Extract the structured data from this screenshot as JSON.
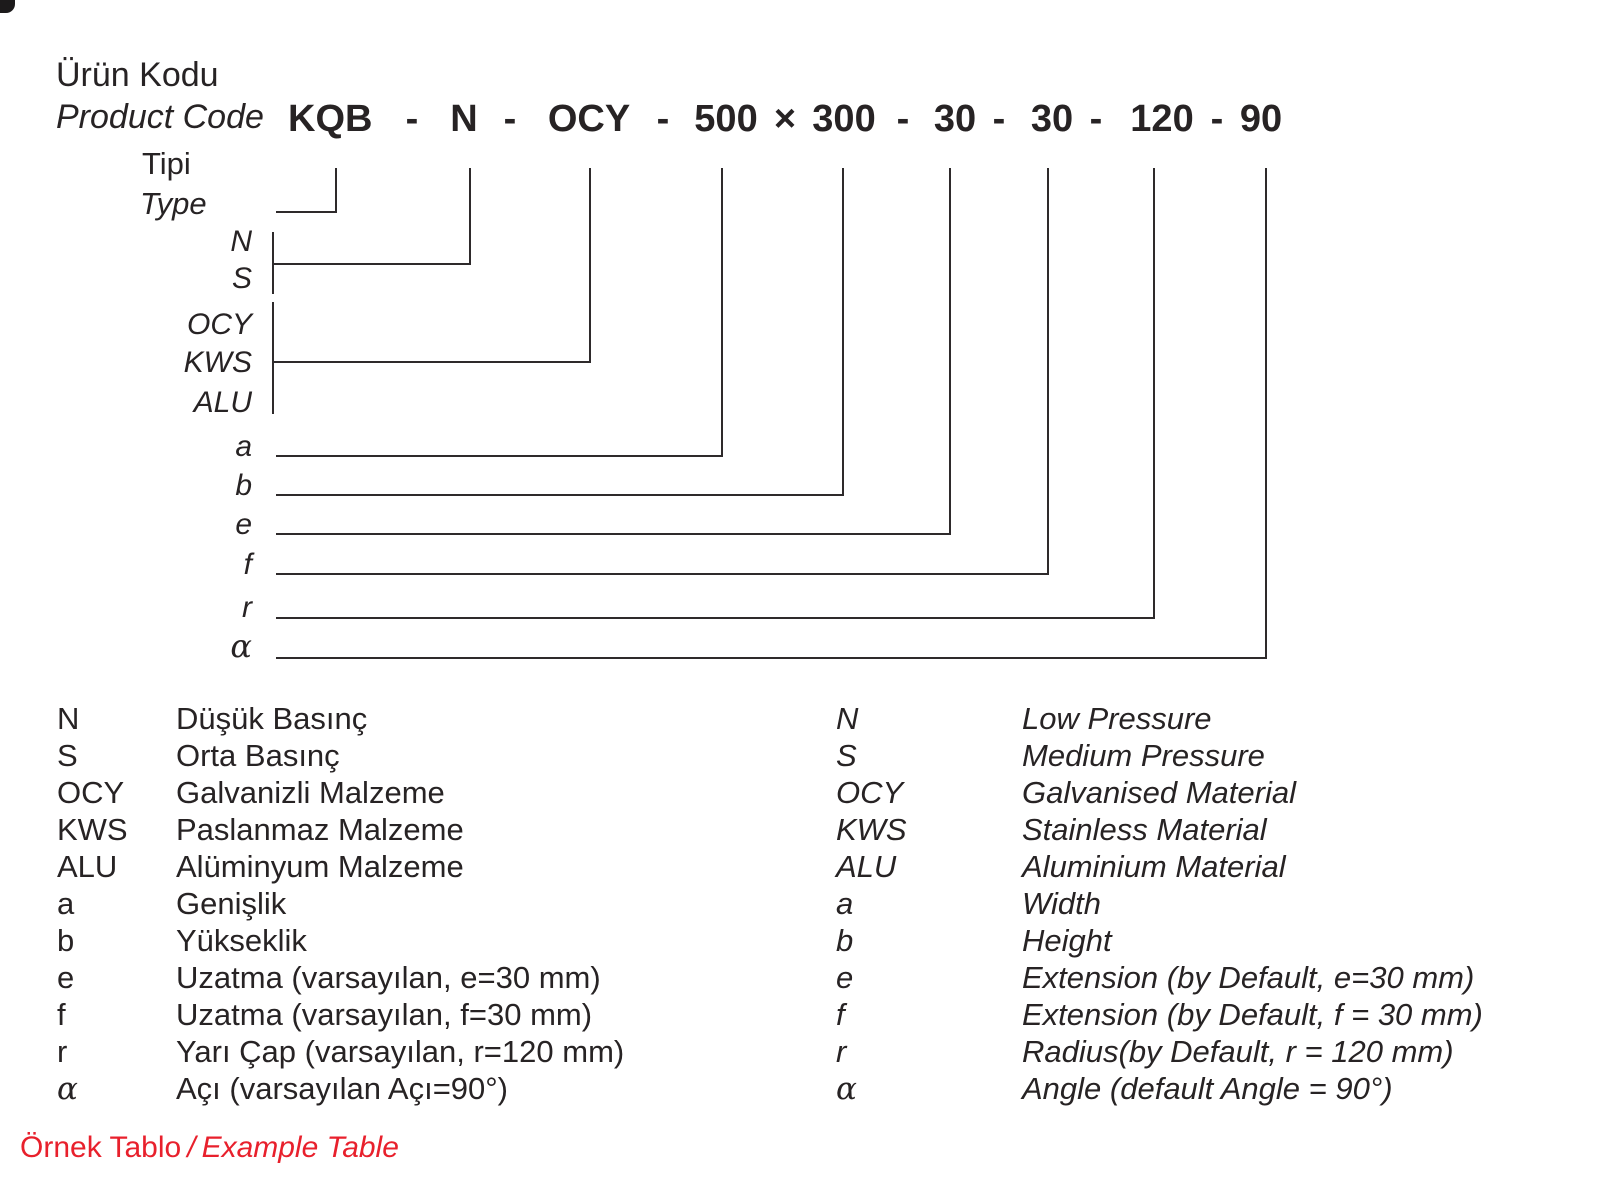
{
  "header": {
    "title_tr": "Ürün Kodu",
    "title_en": "Product Code"
  },
  "code_line": {
    "parts": [
      "KQB",
      "-",
      "N",
      "-",
      "OCY",
      "-",
      "500",
      "×",
      "300",
      "-",
      "30",
      "-",
      "30",
      "-",
      "120",
      "-",
      "90"
    ]
  },
  "diagram": {
    "type_label_tr": "Tipi",
    "type_label_en": "Type",
    "branch_labels": [
      "N",
      "S",
      "OCY",
      "KWS",
      "ALU",
      "a",
      "b",
      "e",
      "f",
      "r",
      "α"
    ]
  },
  "legend_tr": [
    {
      "key": "N",
      "desc": "Düşük Basınç"
    },
    {
      "key": "S",
      "desc": "Orta Basınç"
    },
    {
      "key": "OCY",
      "desc": "Galvanizli Malzeme"
    },
    {
      "key": "KWS",
      "desc": "Paslanmaz Malzeme"
    },
    {
      "key": "ALU",
      "desc": "Alüminyum Malzeme"
    },
    {
      "key": "a",
      "desc": "Genişlik"
    },
    {
      "key": "b",
      "desc": "Yükseklik"
    },
    {
      "key": "e",
      "desc": "Uzatma (varsayılan, e=30 mm)"
    },
    {
      "key": "f",
      "desc": "Uzatma (varsayılan, f=30 mm)"
    },
    {
      "key": "r",
      "desc": "Yarı Çap (varsayılan, r=120 mm)"
    },
    {
      "key": "α",
      "desc": "Açı (varsayılan Açı=90°)"
    }
  ],
  "legend_en": [
    {
      "key": "N",
      "desc": "Low Pressure"
    },
    {
      "key": "S",
      "desc": "Medium Pressure"
    },
    {
      "key": "OCY",
      "desc": "Galvanised Material"
    },
    {
      "key": "KWS",
      "desc": "Stainless Material"
    },
    {
      "key": "ALU",
      "desc": "Aluminium Material"
    },
    {
      "key": "a",
      "desc": "Width"
    },
    {
      "key": "b",
      "desc": "Height"
    },
    {
      "key": "e",
      "desc": "Extension (by Default, e=30 mm)"
    },
    {
      "key": "f",
      "desc": "Extension (by Default, f = 30 mm)"
    },
    {
      "key": "r",
      "desc": "Radius(by Default, r = 120 mm)"
    },
    {
      "key": "α",
      "desc": "Angle (default Angle = 90°)"
    }
  ],
  "footer": {
    "tr": "Örnek Tablo",
    "sep": "/",
    "en": "Example Table"
  },
  "colors": {
    "text": "#272324",
    "line": "#2e2a2b",
    "accent_red": "#e8202c"
  }
}
